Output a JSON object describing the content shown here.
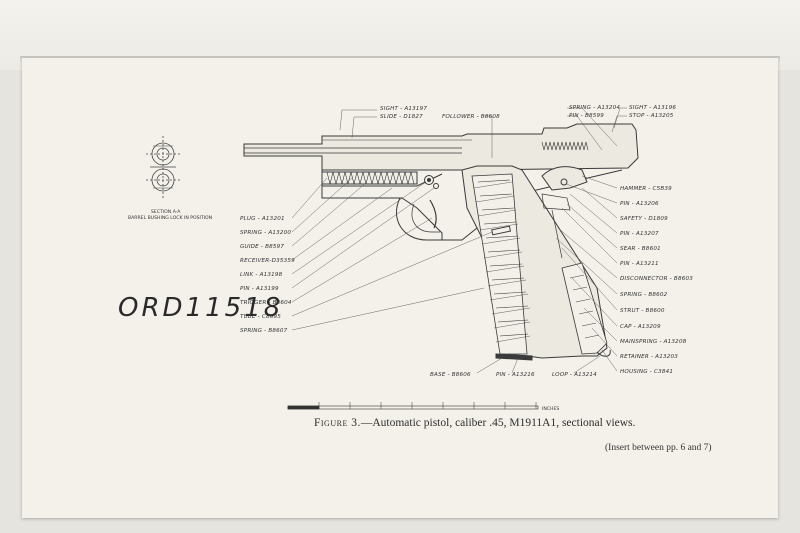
{
  "figure": {
    "drawing_number": "ORD11518",
    "section": {
      "title": "SECTION A-A",
      "subtitle": "BARREL BUSHING LOCK IN POSITION"
    },
    "scale_label": "INCHES",
    "caption_prefix": "Figure 3.",
    "caption_text": "—Automatic pistol, caliber .45, M1911A1, sectional views.",
    "insert_note": "(Insert between pp. 6 and 7)",
    "callouts_top": [
      {
        "label": "SIGHT - A13197"
      },
      {
        "label": "SLIDE - D1827"
      },
      {
        "label": "FOLLOWER - B8608"
      },
      {
        "label": "SPRING - A13204"
      },
      {
        "label": "PIN - B8599"
      },
      {
        "label": "SIGHT - A13196"
      },
      {
        "label": "STOP - A13205"
      }
    ],
    "callouts_left": [
      {
        "label": "PLUG - A13201"
      },
      {
        "label": "SPRING - A13200"
      },
      {
        "label": "GUIDE - B8597"
      },
      {
        "label": "RECEIVER-D35359"
      },
      {
        "label": "LINK - A13198"
      },
      {
        "label": "PIN - A13199"
      },
      {
        "label": "TRIGGER - B8604"
      },
      {
        "label": "TUBE - C8695"
      },
      {
        "label": "SPRING - B8607"
      }
    ],
    "callouts_right": [
      {
        "label": "HAMMER - C5B39"
      },
      {
        "label": "PIN - A13206"
      },
      {
        "label": "SAFETY - D1809"
      },
      {
        "label": "PIN - A13207"
      },
      {
        "label": "SEAR - B8601"
      },
      {
        "label": "PIN - A13211"
      },
      {
        "label": "DISCONNECTOR - B8603"
      },
      {
        "label": "SPRING - B8602"
      },
      {
        "label": "STRUT - B8600"
      },
      {
        "label": "CAP - A13209"
      },
      {
        "label": "MAINSPRING - A13208"
      },
      {
        "label": "RETAINER - A13203"
      },
      {
        "label": "HOUSING - C3841"
      }
    ],
    "callouts_bottom": [
      {
        "label": "BASE - B8606"
      },
      {
        "label": "PIN - A13216"
      },
      {
        "label": "LOOP - A13214"
      }
    ]
  }
}
